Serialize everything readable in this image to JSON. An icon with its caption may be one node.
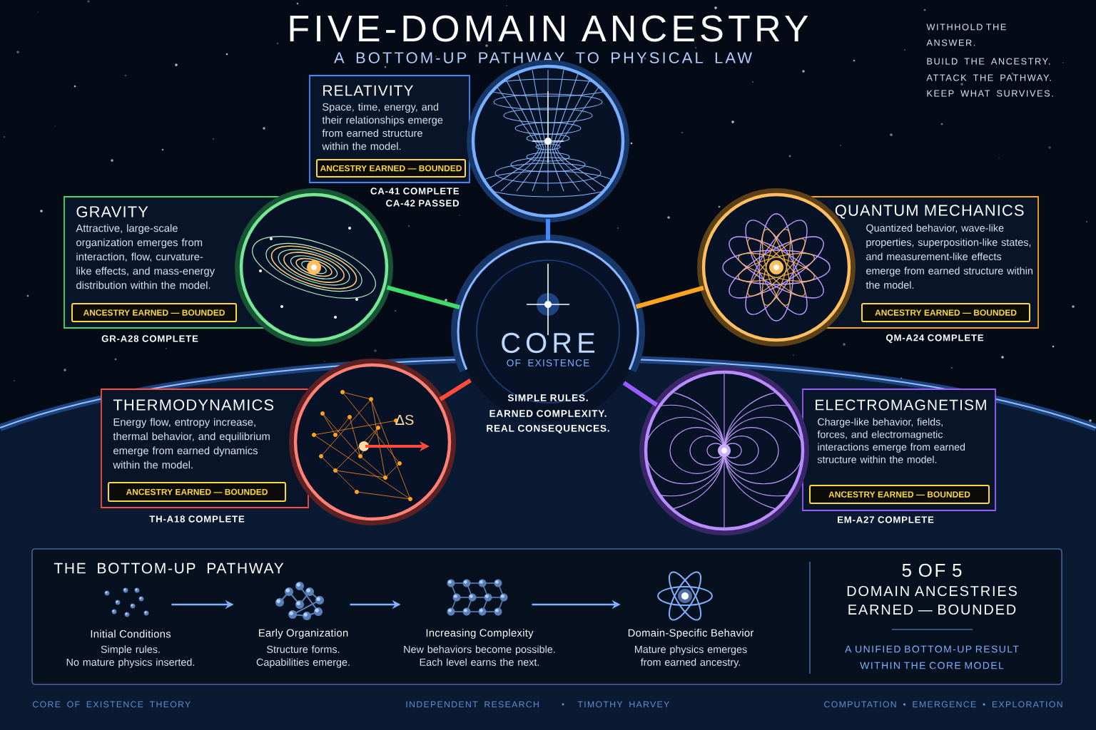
{
  "diagram": {
    "title": "FIVE-DOMAIN ANCESTRY",
    "nodes": [
      {
        "text": [
          "RELATIVITY",
          "Space, time, energy, and their relationships emerge from earned structure within the model."
        ],
        "beside": [
          "CA-41 COMPLETE",
          "CA-42 PASSED"
        ]
      },
      {
        "text": [
          "ANCESTRY EARNED — BOUNDED"
        ],
        "in": 0
      },
      {
        "text": [],
        "shape": "picture"
      },
      {
        "text": [
          "GRAVITY",
          "Attractive, large-scale organization emerges from interaction, flow, curvature-like effects, and mass-energy distribution within the model."
        ],
        "beside": [
          "GR-A28 COMPLETE"
        ]
      },
      {
        "text": [
          "ANCESTRY EARNED — BOUNDED"
        ],
        "in": 3
      },
      {
        "text": [],
        "shape": "picture"
      },
      {
        "text": [],
        "shape": "picture"
      },
      {
        "text": [
          "QUANTUM MECHANICS",
          "Quantized behavior, wave-like properties, superposition-like states, and measurement-like effects emerge from earned structure within the model."
        ],
        "beside": [
          "QM-A24 COMPLETE"
        ]
      },
      {
        "text": [
          "ANCESTRY EARNED — BOUNDED"
        ],
        "in": 7
      },
      {
        "text": [
          "CORE",
          "OF EXISTENCE",
          "SIMPLE RULES.",
          "EARNED COMPLEXITY.",
          "REAL CONSEQUENCES."
        ]
      },
      {
        "text": [
          "THERMODYNAMICS",
          "Energy flow, entropy increase, thermal behavior, and equilibrium emerge from earned dynamics within the model."
        ],
        "beside": [
          "TH-A18 COMPLETE"
        ]
      },
      {
        "text": [
          "ANCESTRY EARNED — BOUNDED"
        ],
        "in": 10
      },
      {
        "text": [],
        "shape": "picture"
      },
      {
        "text": [],
        "shape": "picture"
      },
      {
        "text": [
          "ELECTROMAGNETISM",
          "Charge-like behavior, fields, forces, and electromagnetic interactions emerge from earned structure within the model."
        ],
        "beside": [
          "EM-A27 COMPLETE"
        ]
      },
      {
        "text": [
          "ANCESTRY EARNED — BOUNDED"
        ],
        "in": 14
      },
      {
        "text": [
          "THE BOTTOM-UP PATHWAY"
        ]
      },
      {
        "text": [
          "Initial Conditions",
          "Simple rules.",
          "No mature physics inserted."
        ],
        "in": 16
      },
      {
        "text": [
          "Early Organization",
          "Structure forms.",
          "Capabilities emerge."
        ],
        "in": 16
      },
      {
        "text": [
          "Increasing Complexity",
          "New behaviors become possible.",
          "Each level earns the next."
        ],
        "in": 16
      },
      {
        "text": [
          "Domain-Specific Behavior",
          "Mature physics emerges from earned ancestry."
        ],
        "in": 16
      },
      {
        "text": [
          "5 OF 5",
          "DOMAIN ANCESTRIES EARNED — BOUNDED",
          "A UNIFIED BOTTOM-UP RESULT WITHIN THE CORE MODEL"
        ],
        "in": 16
      }
    ],
    "edges": [
      {
        "from": 9,
        "to": 2,
        "arrow": "none",
        "color": "#3d8bff"
      },
      {
        "from": 9,
        "to": 5,
        "arrow": "none",
        "color": "#3edb6b"
      },
      {
        "from": 9,
        "to": 6,
        "arrow": "none",
        "color": "#ffa41c"
      },
      {
        "from": 9,
        "to": 12,
        "arrow": "none",
        "color": "#ff4b3a"
      },
      {
        "from": 9,
        "to": 13,
        "arrow": "none",
        "color": "#9b5cff"
      },
      {
        "from": 17,
        "to": 18,
        "arrow": "to"
      },
      {
        "from": 18,
        "to": 19,
        "arrow": "to"
      },
      {
        "from": 19,
        "to": 20,
        "arrow": "to"
      }
    ],
    "labels": [
      "A BOTTOM-UP PATHWAY TO PHYSICAL LAW",
      "WITHHOLD THE ANSWER.",
      "BUILD THE ANCESTRY.",
      "ATTACK THE PATHWAY.",
      "KEEP WHAT SURVIVES.",
      "ΔS",
      "CORE OF EXISTENCE THEORY",
      "INDEPENDENT RESEARCH",
      "TIMOTHY HARVEY",
      "COMPUTATION • EMERGENCE • EXPLORATION"
    ]
  }
}
